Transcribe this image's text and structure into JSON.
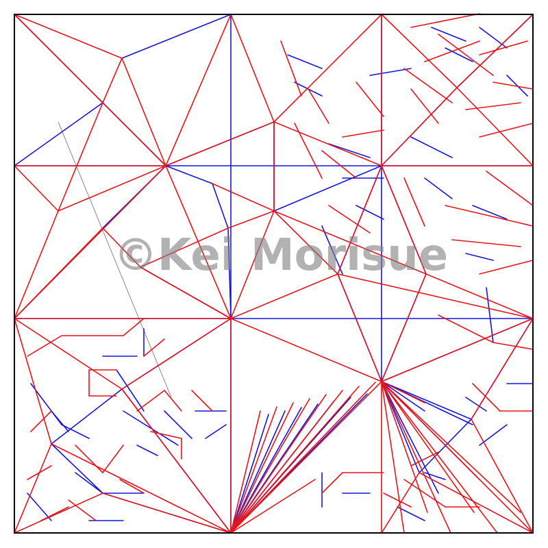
{
  "diagram": {
    "watermark_text": "©Kei Morisue",
    "line_types": [
      "mountain",
      "valley",
      "auxiliary"
    ],
    "colors": {
      "mountain": "#e8141a",
      "valley": "#1414e0",
      "auxiliary": "#9a9a9a",
      "border": "#000000",
      "watermark": "#7f7f7f"
    }
  }
}
